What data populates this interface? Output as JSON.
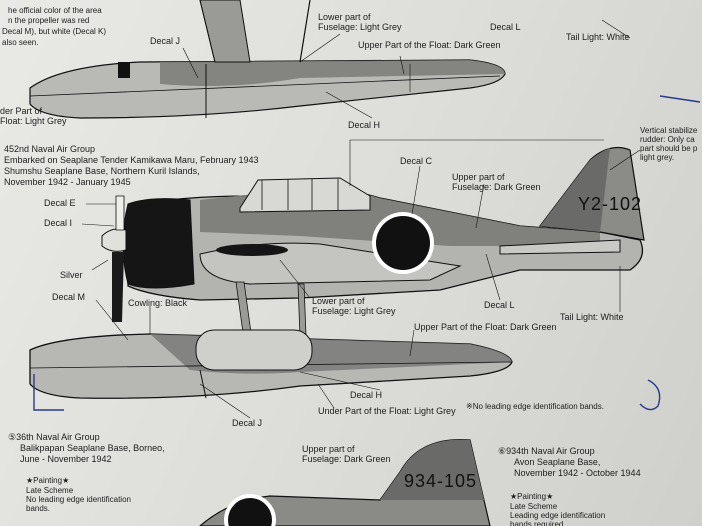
{
  "top_section": {
    "note_line1": "he official color of the area",
    "note_line2": "n the propeller was red",
    "note_line3": "Decal M), but white (Decal K)",
    "note_line4": "also seen.",
    "decal_j": "Decal J",
    "decal_l": "Decal L",
    "decal_h": "Decal H",
    "lower_fuselage": "Lower part of\nFuselage: Light Grey",
    "upper_float": "Upper Part of the Float: Dark Green",
    "tail_light": "Tail Light: White",
    "under_float": "der Part of\nFloat: Light Grey"
  },
  "middle_section": {
    "unit": "452nd Naval Air Group",
    "embarked": "Embarked on Seaplane Tender Kamikawa Maru, February 1943",
    "base": "Shumshu Seaplane Base, Northern Kuril Islands,",
    "dates": "November 1942 - January 1945",
    "decal_c": "Decal C",
    "upper_fuselage": "Upper part of\nFuselage: Dark Green",
    "decal_e": "Decal E",
    "decal_i": "Decal I",
    "silver": "Silver",
    "decal_m": "Decal M",
    "cowling": "Cowling: Black",
    "lower_fuselage": "Lower part of\nFuselage: Light Grey",
    "decal_l": "Decal L",
    "tail_light": "Tail Light: White",
    "upper_float": "Upper Part of the Float: Dark Green",
    "decal_h": "Decal H",
    "under_float": "Under Part of the Float: Light Grey",
    "no_bands": "※No leading edge identification bands.",
    "decal_j": "Decal J",
    "vertical_note": "Vertical stabilize\nrudder: Only ca\npart should be p\nlight grey.",
    "tail_code": "Y2-102"
  },
  "bottom_section": {
    "left_unit": "⑤36th Naval Air Group",
    "left_base": "Balikpapan Seaplane Base, Borneo,",
    "left_dates": "June - November 1942",
    "left_painting": "★Painting★",
    "left_scheme": "Late Scheme",
    "left_note": "No leading edge identification\nbands.",
    "upper_fuselage": "Upper part of\nFuselage: Dark Green",
    "right_unit": "⑥934th Naval Air Group",
    "right_base": "Avon Seaplane Base,",
    "right_dates": "November 1942 - October 1944",
    "right_painting": "★Painting★",
    "right_scheme": "Late Scheme",
    "right_note": "Leading edge identification\nbands required",
    "tail_code": "934-105"
  },
  "colors": {
    "paper": "#e2e2de",
    "dark_green": "#6e6e6c",
    "light_grey": "#c2c2bf",
    "black": "#111111",
    "ink_blue": "#2a3a8a"
  }
}
